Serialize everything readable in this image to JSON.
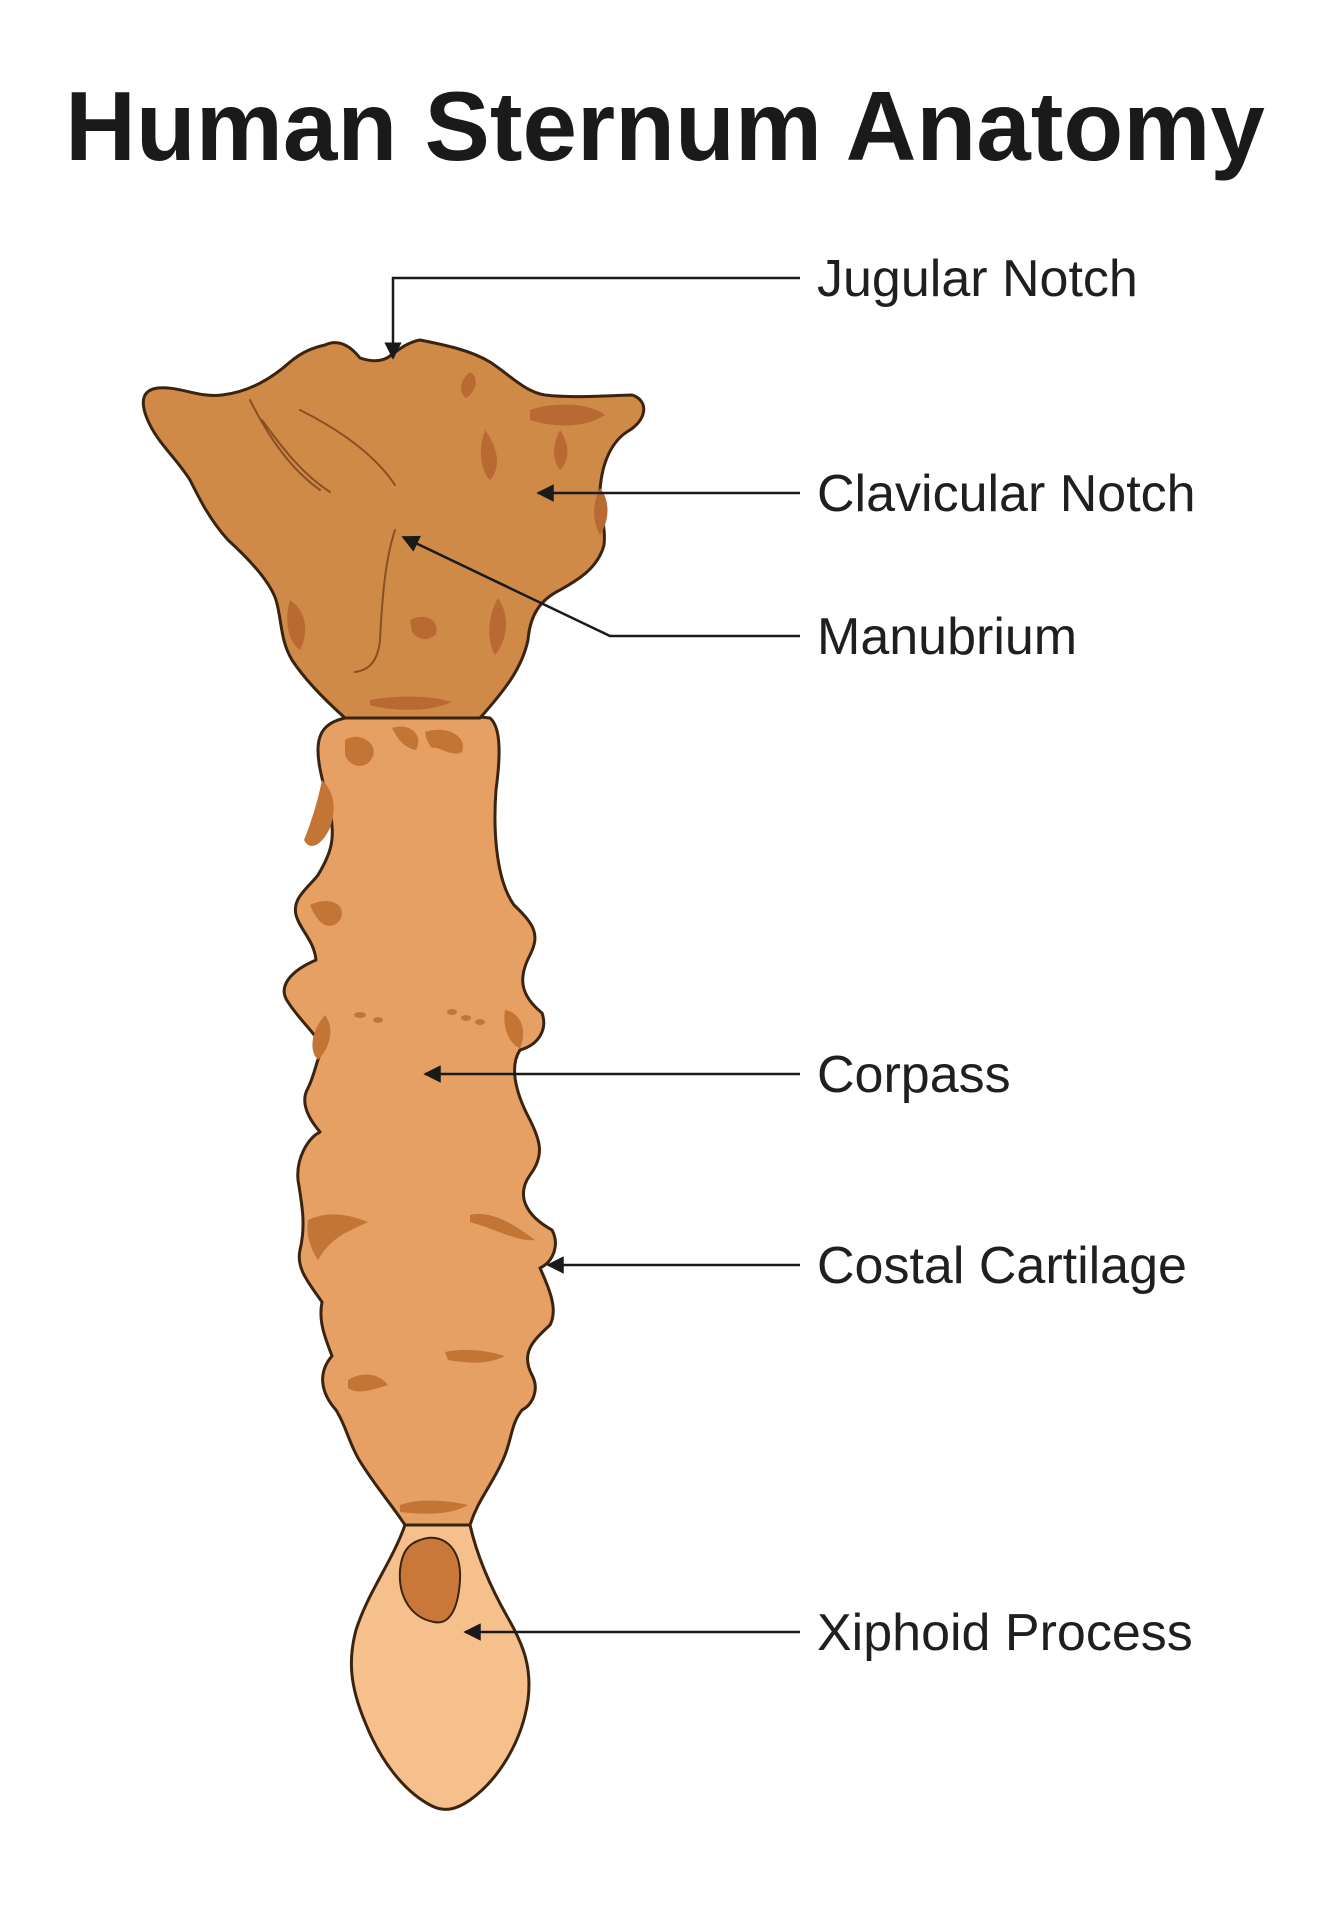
{
  "title": "Human Sternum Anatomy",
  "labels": {
    "jugular_notch": "Jugular Notch",
    "clavicular_notch": "Clavicular Notch",
    "manubrium": "Manubrium",
    "corpass": "Corpass",
    "costal_cartilage": "Costal Cartilage",
    "xiphoid_process": "Xiphoid Process"
  },
  "colors": {
    "manubrium_fill": "#d08a47",
    "body_fill": "#e6a063",
    "xiphoid_fill": "#f6c08c",
    "mark_fill": "#b86a32",
    "outline": "#3a2410",
    "text": "#1f1f1f"
  }
}
